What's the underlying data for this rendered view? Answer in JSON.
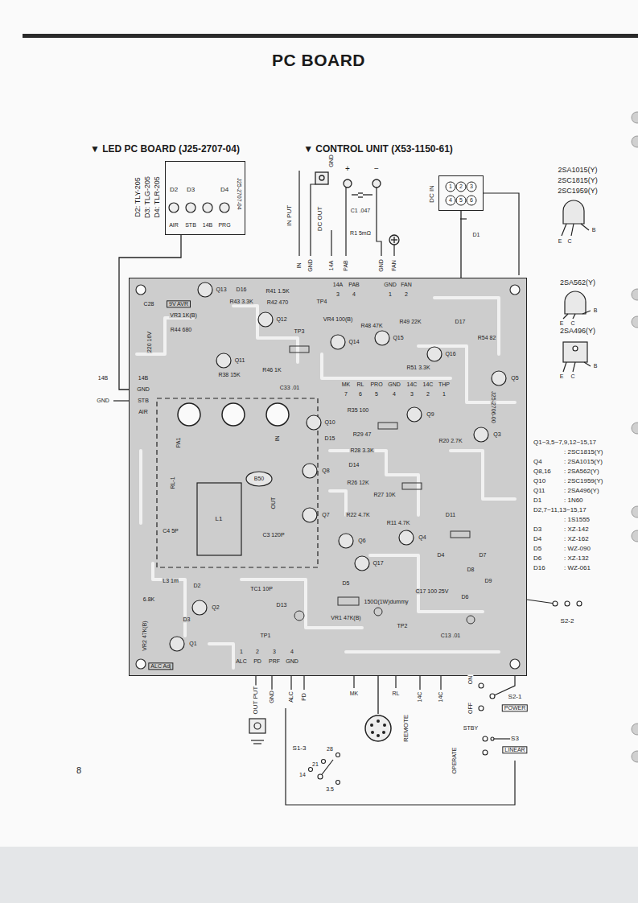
{
  "diagram": {
    "title": "PC BOARD",
    "nodes": [
      {
        "text": [
          "J25-2707-04"
        ]
      },
      {
        "text": [
          "J25-2706-00"
        ]
      },
      {
        "text": [
          "DC IN"
        ]
      },
      {
        "text": [
          "REMOTE"
        ]
      }
    ],
    "edges": [
      {
        "from": 0,
        "to": 1,
        "arrow": "none"
      },
      {
        "from": 2,
        "to": 1,
        "arrow": "none"
      },
      {
        "from": 3,
        "to": 1,
        "arrow": "none"
      }
    ],
    "labels": [
      "▼ LED PC BOARD (J25-2707-04)",
      "▼ CONTROL UNIT (X53-1150-61)",
      "D2: TLY-205",
      "D3: TLG-205",
      "D4: TLR-205",
      "D2",
      "D3",
      "D4",
      "AIR",
      "STB",
      "14B",
      "PRG",
      "IN PUT",
      "DC OUT",
      "GND",
      "+",
      "−",
      "C1 .047",
      "R1 5mΩ",
      "D1",
      "IN",
      "GND",
      "14A",
      "PAB",
      "GND",
      "FAN",
      "1",
      "2",
      "3",
      "4",
      "5",
      "6",
      "2SA1015(Y)",
      "2SC1815(Y)",
      "2SC1959(Y)",
      "E",
      "C",
      "B",
      "2SA562(Y)",
      "E",
      "C",
      "B",
      "2SA496(Y)",
      "E",
      "C",
      "B",
      "Q1~3,5~7,9,12~15,17",
      ": 2SC1815(Y)",
      "Q4",
      ": 2SA1015(Y)",
      "Q8,16",
      ": 2SA562(Y)",
      "Q10",
      ": 2SC1959(Y)",
      "Q11",
      ": 2SA496(Y)",
      "D1",
      ": 1N60",
      "D2,7~11,13~15,17",
      ": 1S1555",
      "D3",
      ": XZ-142",
      "D4",
      ": XZ-162",
      "D5",
      ": WZ-090",
      "D6",
      ": XZ-132",
      "D16",
      ": WZ-061",
      "9V AVR",
      "VR3 1K(B)",
      "Q13",
      "D16",
      "R43 3.3K",
      "R41 1.5K",
      "R42 470",
      "Q12",
      "TP3",
      "TP4",
      "R44 680",
      "C28",
      "220 16V",
      "Q11",
      "R38 15K",
      "R46 1K",
      "C33 .01",
      "VR4 100(B)",
      "Q14",
      "R48 47K",
      "Q15",
      "R49 22K",
      "D17",
      "Q16",
      "R54 82",
      "R51 3.3K",
      "14A",
      "PAB",
      "GND",
      "FAN",
      "3",
      "4",
      "1",
      "2",
      "MK",
      "RL",
      "PRO",
      "GND",
      "14C",
      "14C",
      "THP",
      "7",
      "6",
      "5",
      "4",
      "3",
      "2",
      "1",
      "Q10",
      "D15",
      "R35 100",
      "Q9",
      "R20 2.7K",
      "Q5",
      "Q3",
      "R29 47",
      "R28 3.3K",
      "Q8",
      "D14",
      "R26 12K",
      "R27 10K",
      "Q7",
      "R22 4.7K",
      "Q6",
      "R11 4.7K",
      "Q4",
      "D11",
      "D4",
      "Q17",
      "D5",
      "D6",
      "D7",
      "D8",
      "D9",
      "C17 100 25V",
      "150Ω(1W)dummy",
      "VR1 47K(B)",
      "TP2",
      "C13 .01",
      "D13",
      "TC1 10P",
      "TP1",
      "C4 5P",
      "L3 1m",
      "6.8K",
      "D2",
      "L1",
      "B50",
      "OUT",
      "IN",
      "PA1",
      "RL-1",
      "C3 120P",
      "D3",
      "Q2",
      "VR2 47K(B)",
      "ALC Adj",
      "Q1",
      "ALC",
      "PD",
      "PRF",
      "GND",
      "1",
      "2",
      "3",
      "4",
      "14B",
      "GND",
      "STB",
      "AIR",
      "14B",
      "GND",
      "OUT PUT",
      "GND",
      "ALC",
      "PD",
      "MK",
      "RL",
      "14C",
      "14C",
      "S1-3",
      "28",
      "21",
      "14",
      "3.5",
      "ON",
      "OFF",
      "S2-1",
      "POWER",
      "STBY",
      "S3",
      "LINEAR",
      "OPERATE",
      "S2-2",
      "8"
    ]
  }
}
